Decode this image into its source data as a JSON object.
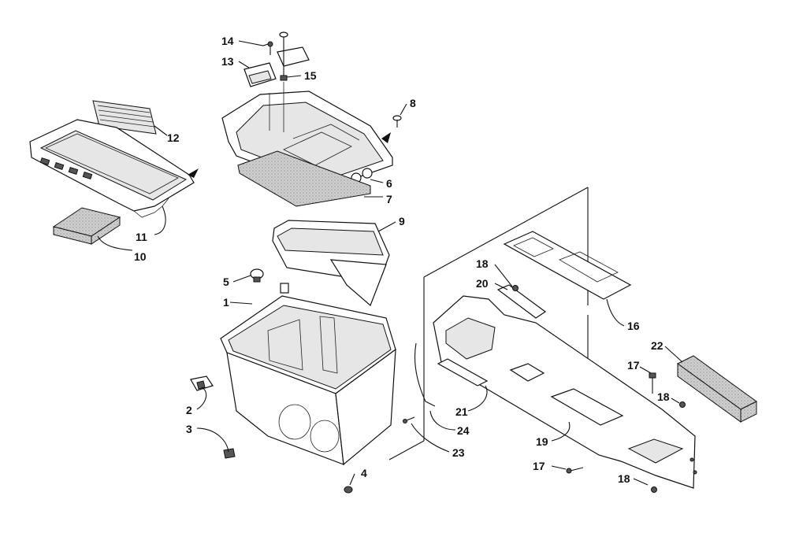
{
  "diagram": {
    "callouts": [
      {
        "id": "1",
        "label": "1"
      },
      {
        "id": "2",
        "label": "2"
      },
      {
        "id": "3",
        "label": "3"
      },
      {
        "id": "4",
        "label": "4"
      },
      {
        "id": "5",
        "label": "5"
      },
      {
        "id": "6",
        "label": "6"
      },
      {
        "id": "7",
        "label": "7"
      },
      {
        "id": "8",
        "label": "8"
      },
      {
        "id": "9",
        "label": "9"
      },
      {
        "id": "10",
        "label": "10"
      },
      {
        "id": "11",
        "label": "11"
      },
      {
        "id": "12",
        "label": "12"
      },
      {
        "id": "13",
        "label": "13"
      },
      {
        "id": "14",
        "label": "14"
      },
      {
        "id": "15",
        "label": "15"
      },
      {
        "id": "16",
        "label": "16"
      },
      {
        "id": "17a",
        "label": "17"
      },
      {
        "id": "17b",
        "label": "17"
      },
      {
        "id": "18a",
        "label": "18"
      },
      {
        "id": "18b",
        "label": "18"
      },
      {
        "id": "18c",
        "label": "18"
      },
      {
        "id": "19",
        "label": "19"
      },
      {
        "id": "20",
        "label": "20"
      },
      {
        "id": "21",
        "label": "21"
      },
      {
        "id": "22",
        "label": "22"
      },
      {
        "id": "23",
        "label": "23"
      },
      {
        "id": "24",
        "label": "24"
      }
    ]
  }
}
